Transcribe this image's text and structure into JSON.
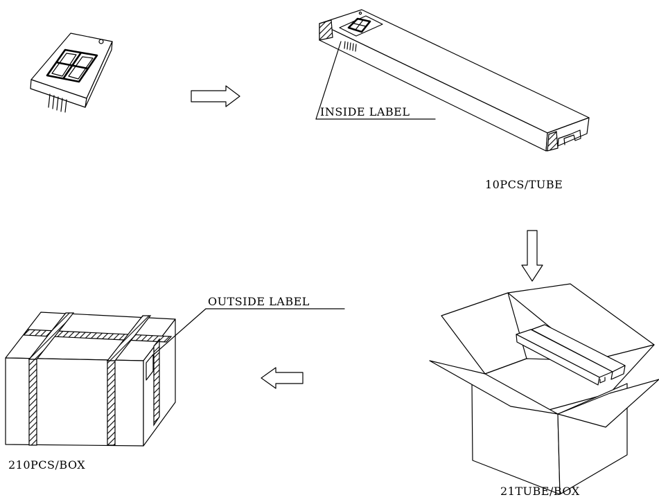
{
  "labels": {
    "inside_label": "INSIDE LABEL",
    "outside_label": "OUTSIDE LABEL",
    "pcs_per_tube": "10PCS/TUBE",
    "tube_per_box": "21TUBE/BOX",
    "pcs_per_box": "210PCS/BOX"
  },
  "icons": {
    "display": "seven-segment-display-icon",
    "tube": "packing-tube-icon",
    "open_box": "open-carton-icon",
    "sealed_box": "sealed-carton-icon",
    "arrow_right": "arrow-right-icon",
    "arrow_down": "arrow-down-icon",
    "arrow_left": "arrow-left-icon"
  },
  "colors": {
    "line": "#000000",
    "background": "#ffffff"
  }
}
